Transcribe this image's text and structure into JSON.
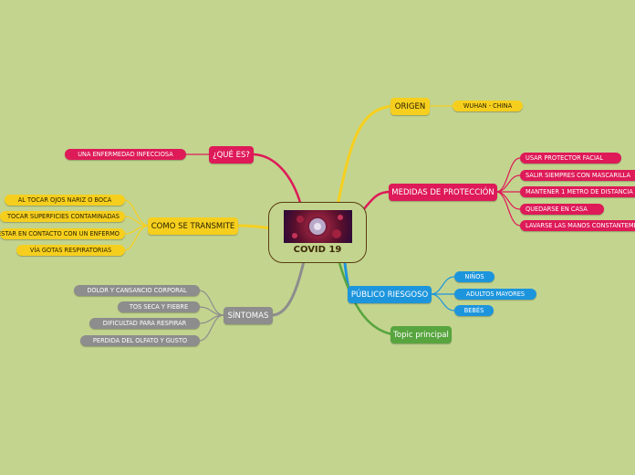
{
  "center": {
    "title": "COVID 19",
    "image": "coronavirus-image"
  },
  "colors": {
    "background": "#c3d48f",
    "yellow": "#f6cf1e",
    "red": "#de1a58",
    "gray": "#8d8d8d",
    "blue": "#1d95dd",
    "green": "#58a53f"
  },
  "origen": {
    "label": "ORIGEN",
    "items": [
      "WUHAN - CHINA"
    ]
  },
  "que_es": {
    "label": "¿QUÉ ES?",
    "items": [
      "UNA ENFERMEDAD INFECCIOSA"
    ]
  },
  "transmite": {
    "label": "COMO SE TRANSMITE",
    "items": [
      "AL TOCAR OJOS NARIZ O BOCA",
      "TOCAR SUPERFICIES CONTAMINADAS",
      "ESTAR EN CONTACTO CON UN ENFERMO",
      "VÍA GOTAS RESPIRATORIAS"
    ]
  },
  "sintomas": {
    "label": "SÍNTOMAS",
    "items": [
      "DOLOR Y CANSANCIO CORPORAL",
      "TOS SECA Y FIEBRE",
      "DIFICULTAD PARA RESPIRAR",
      "PERDIDA DEL OLFATO Y GUSTO"
    ]
  },
  "medidas": {
    "label": "MEDIDAS DE PROTECCIÓN",
    "items": [
      "USAR PROTECTOR FACIAL",
      "SALIR SIEMPRES CON MASCARILLA",
      "MANTENER 1 METRO DE DISTANCIA",
      "QUEDARSE EN CASA",
      "LAVARSE LAS MANOS CONSTANTEMENTE"
    ]
  },
  "publico": {
    "label": "PÚBLICO RIESGOSO",
    "items": [
      "NIÑOS",
      "ADULTOS MAYORES",
      "BEBÉS"
    ]
  },
  "topic": {
    "label": "Topic principal"
  }
}
